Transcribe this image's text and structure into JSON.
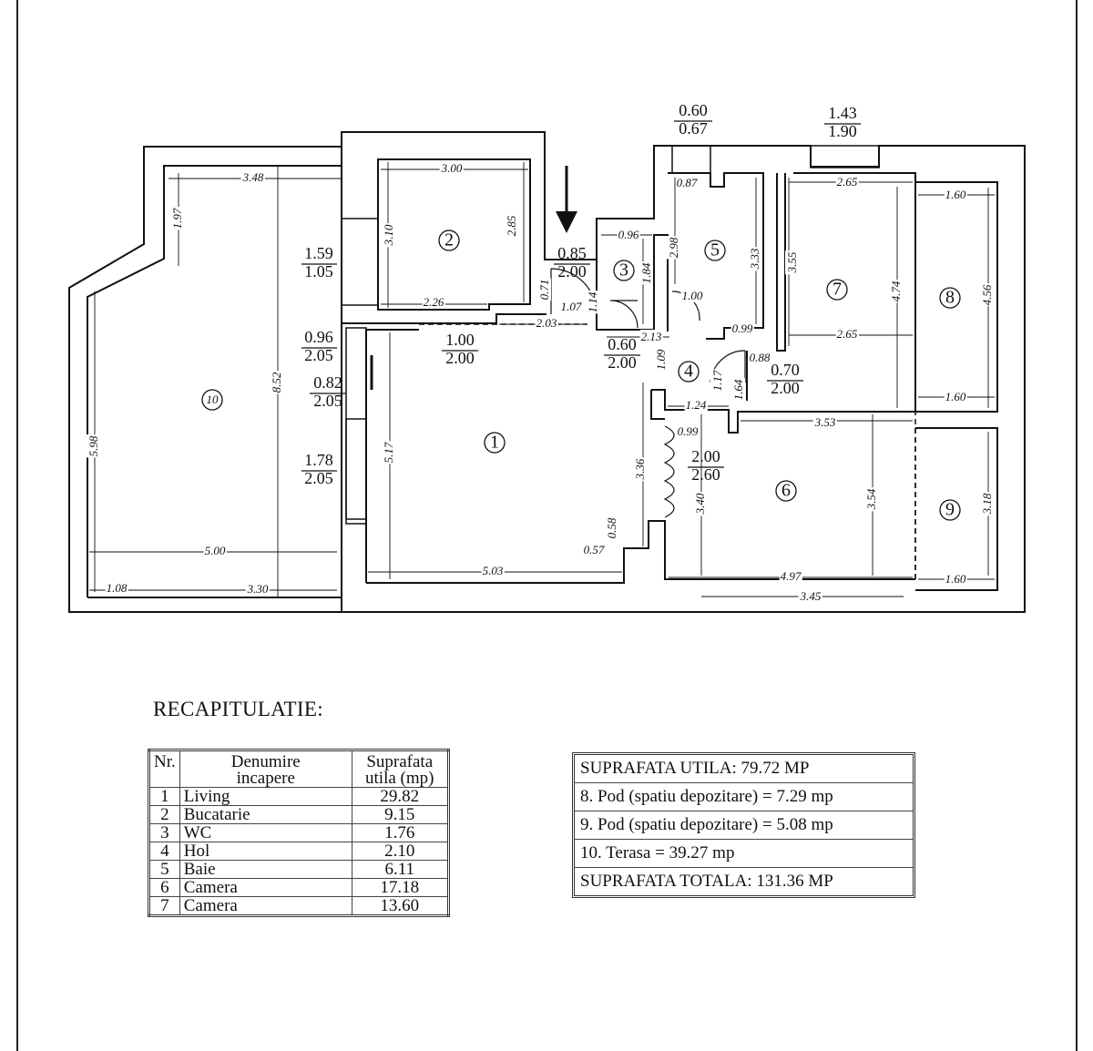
{
  "plan": {
    "room_numbers": [
      "1",
      "2",
      "3",
      "4",
      "5",
      "6",
      "7",
      "8",
      "9",
      "10"
    ],
    "dims": [
      "3.48",
      "1.97",
      "8.52",
      "5.98",
      "5.00",
      "1.08",
      "3.30",
      "3.00",
      "3.10",
      "2.85",
      "2.26",
      "0.96",
      "1.84",
      "2.98",
      "0.87",
      "3.33",
      "1.00",
      "0.99",
      "2.65",
      "3.55",
      "2.65",
      "4.74",
      "1.60",
      "4.56",
      "1.60",
      "0.71",
      "1.07",
      "1.14",
      "2.03",
      "2.13",
      "1.09",
      "0.88",
      "1.17",
      "1.64",
      "1.24",
      "0.99",
      "3.53",
      "5.17",
      "3.36",
      "0.58",
      "0.57",
      "5.03",
      "3.40",
      "3.54",
      "4.97",
      "3.45",
      "1.60",
      "3.18"
    ],
    "openings": [
      {
        "top": "0.60",
        "bottom": "0.67"
      },
      {
        "top": "1.43",
        "bottom": "1.90"
      },
      {
        "top": "1.59",
        "bottom": "1.05"
      },
      {
        "top": "0.96",
        "bottom": "2.05"
      },
      {
        "top": "0.82",
        "bottom": "2.05"
      },
      {
        "top": "1.78",
        "bottom": "2.05"
      },
      {
        "top": "0.85",
        "bottom": "2.00"
      },
      {
        "top": "1.00",
        "bottom": "2.00"
      },
      {
        "top": "0.60",
        "bottom": "2.00"
      },
      {
        "top": "0.70",
        "bottom": "2.00"
      },
      {
        "top": "2.00",
        "bottom": "2.60"
      }
    ]
  },
  "recap": {
    "title": "RECAPITULATIE:",
    "headers": {
      "nr": "Nr.",
      "name_line1": "Denumire",
      "name_line2": "incapere",
      "area_line1": "Suprafata",
      "area_line2": "utila (mp)"
    },
    "rows": [
      {
        "nr": "1",
        "name": "Living",
        "area": "29.82"
      },
      {
        "nr": "2",
        "name": "Bucatarie",
        "area": "9.15"
      },
      {
        "nr": "3",
        "name": "WC",
        "area": "1.76"
      },
      {
        "nr": "4",
        "name": "Hol",
        "area": "2.10"
      },
      {
        "nr": "5",
        "name": "Baie",
        "area": "6.11"
      },
      {
        "nr": "6",
        "name": "Camera",
        "area": "17.18"
      },
      {
        "nr": "7",
        "name": "Camera",
        "area": "13.60"
      }
    ]
  },
  "summary": [
    "SUPRAFATA UTILA: 79.72 MP",
    "8. Pod (spatiu depozitare) = 7.29 mp",
    "9. Pod (spatiu depozitare) = 5.08 mp",
    "10. Terasa = 39.27 mp",
    "SUPRAFATA TOTALA: 131.36 MP"
  ]
}
